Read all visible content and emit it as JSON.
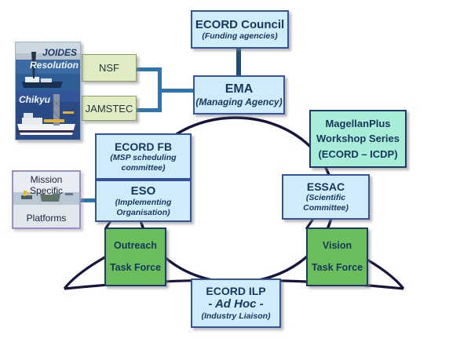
{
  "diagram_title": "ECORD organisational structure",
  "colors": {
    "box_blue": "#d0ecfa",
    "box_mint": "#a8edd8",
    "box_green": "#6abf5c",
    "box_pale_green": "#e0edc4",
    "navy_text": "#17365d",
    "loop_line": "#15153d",
    "connector_blue": "#2e74ae"
  },
  "nodes": {
    "council": {
      "title": "ECORD Council",
      "subtitle": "(Funding agencies)"
    },
    "ema": {
      "title": "EMA",
      "subtitle": "(Managing Agency)"
    },
    "nsf": {
      "label": "NSF"
    },
    "jamstec": {
      "label": "JAMSTEC"
    },
    "ecord_fb": {
      "title": "ECORD FB",
      "sub1": "(MSP scheduling",
      "sub2": "committee)"
    },
    "eso": {
      "title": "ESO",
      "sub1": "(Implementing",
      "sub2": "Organisation)"
    },
    "magellan": {
      "line1": "MagellanPlus",
      "line2": "Workshop Series",
      "line3": "(ECORD – ICDP)"
    },
    "essac": {
      "title": "ESSAC",
      "sub1": "(Scientific",
      "sub2": "Committee)"
    },
    "outreach": {
      "line1": "Outreach",
      "line2": "Task Force"
    },
    "vision": {
      "line1": "Vision",
      "line2": "Task Force"
    },
    "ilp": {
      "title": "ECORD ILP",
      "line2": "- Ad Hoc -",
      "line3": "(Industry Liaison)"
    }
  },
  "images": {
    "drillships": {
      "top_label1": "JOIDES",
      "top_label2": "Resolution",
      "bottom_label": "Chikyu"
    },
    "msp": {
      "line1": "Mission",
      "line2": "Specific",
      "line3": "Platforms"
    }
  }
}
